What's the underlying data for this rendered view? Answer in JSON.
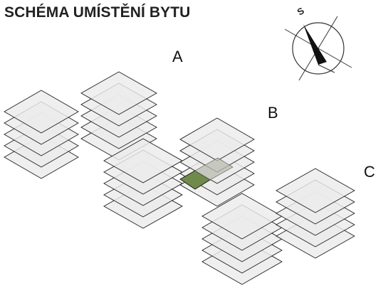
{
  "title": "SCHÉMA UMÍSTĚNÍ BYTU",
  "compass": {
    "letter": "S",
    "icon": "north-arrow-compass"
  },
  "buildings": [
    {
      "label": "A"
    },
    {
      "label": "B"
    },
    {
      "label": "C"
    }
  ],
  "colors": {
    "floor_fill": "#ececec",
    "floor_stroke": "#222222",
    "apartment_highlight": "#6f8a4a",
    "apartment_shadow": "#b9bcb0"
  }
}
